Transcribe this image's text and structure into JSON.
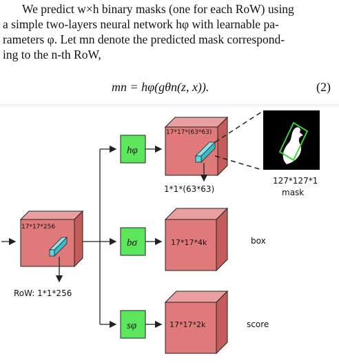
{
  "text": {
    "para_line1": "We predict w×h binary masks (one for each RoW) using",
    "para_line2": "a simple two-layers neural network hφ with learnable pa-",
    "para_line3": "rameters φ. Let mn denote the predicted mask correspond-",
    "para_line4": "ing to the n-th RoW,",
    "equation": "mn = hφ(gθn(z, x)).",
    "equation_number": "(2)"
  },
  "diagram": {
    "input_block_label": "17*17*256",
    "row_label": "RoW: 1*1*256",
    "h_label": "hφ",
    "b_label": "bσ",
    "s_label": "sφ",
    "mask_block_label": "17*17*(63*63)",
    "mask_vector_label": "1*1*(63*63)",
    "mask_size_label": "127*127*1",
    "mask_word": "mask",
    "box_block_label": "17*17*4k",
    "box_word": "box",
    "score_block_label": "17*17*2k",
    "score_word": "score"
  },
  "colors": {
    "block_face": "#e07a7a",
    "block_top": "#eaa0a0",
    "block_side": "#c45c5c",
    "function_box": "#5ce65c",
    "vector_cyan": "#5fd6e0"
  }
}
